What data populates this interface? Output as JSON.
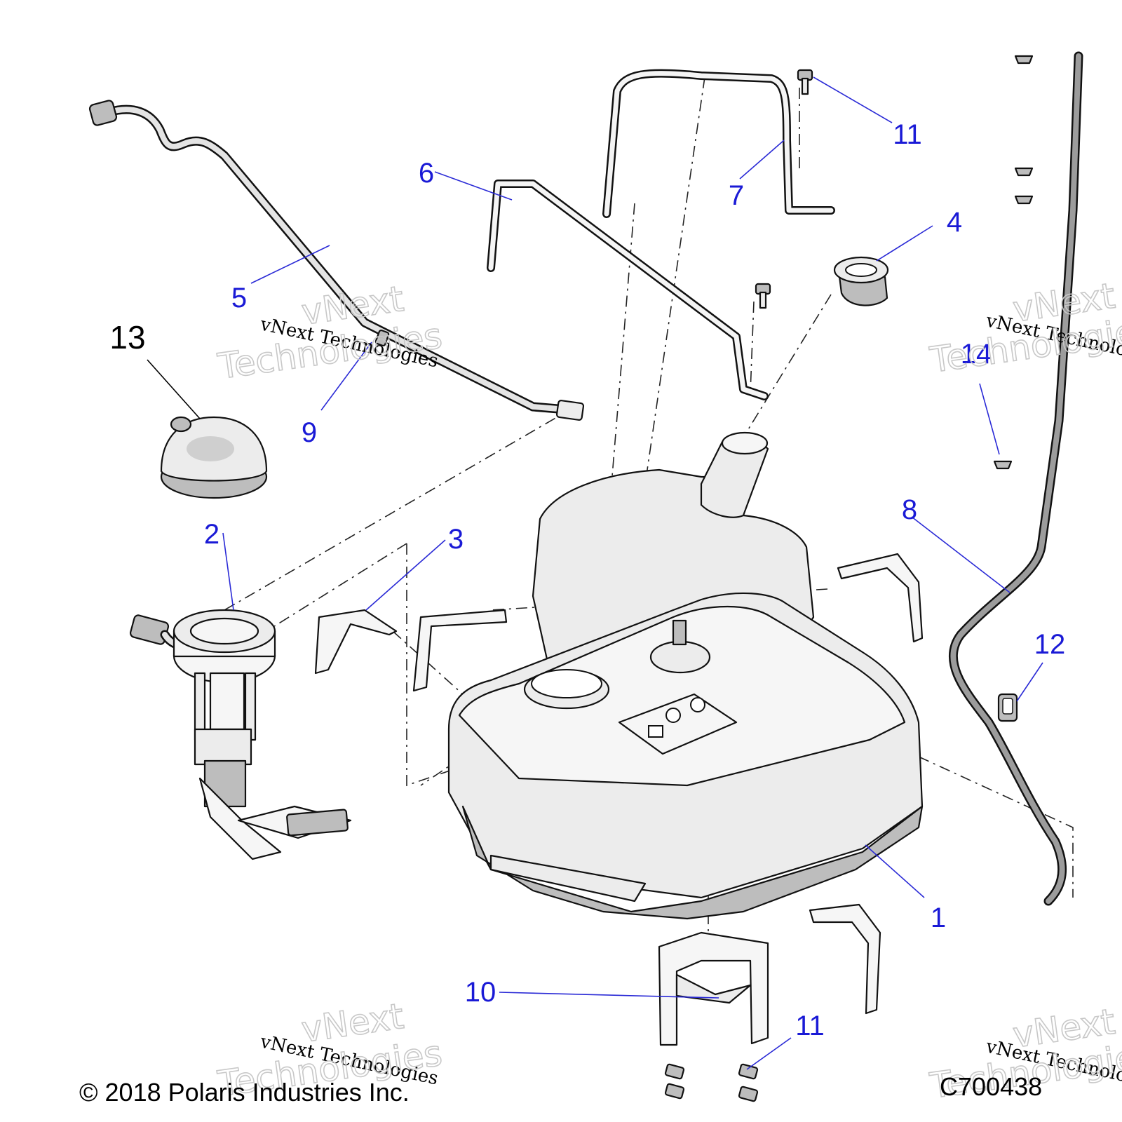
{
  "figure_id": "C700438",
  "copyright": "© 2018 Polaris Industries Inc.",
  "watermark": {
    "line1": "vNext Technologies",
    "outline_top": "vNext",
    "outline_bottom": "Technologies"
  },
  "callouts": {
    "c1": "1",
    "c2": "2",
    "c3": "3",
    "c4": "4",
    "c5": "5",
    "c6": "6",
    "c7": "7",
    "c8": "8",
    "c9": "9",
    "c10": "10",
    "c11_top": "11",
    "c11_bottom": "11",
    "c12": "12",
    "c13": "13",
    "c14": "14"
  },
  "colors": {
    "callout": "#1a1ad6",
    "callout_black": "#000000",
    "part_fill": "#ececec"
  }
}
